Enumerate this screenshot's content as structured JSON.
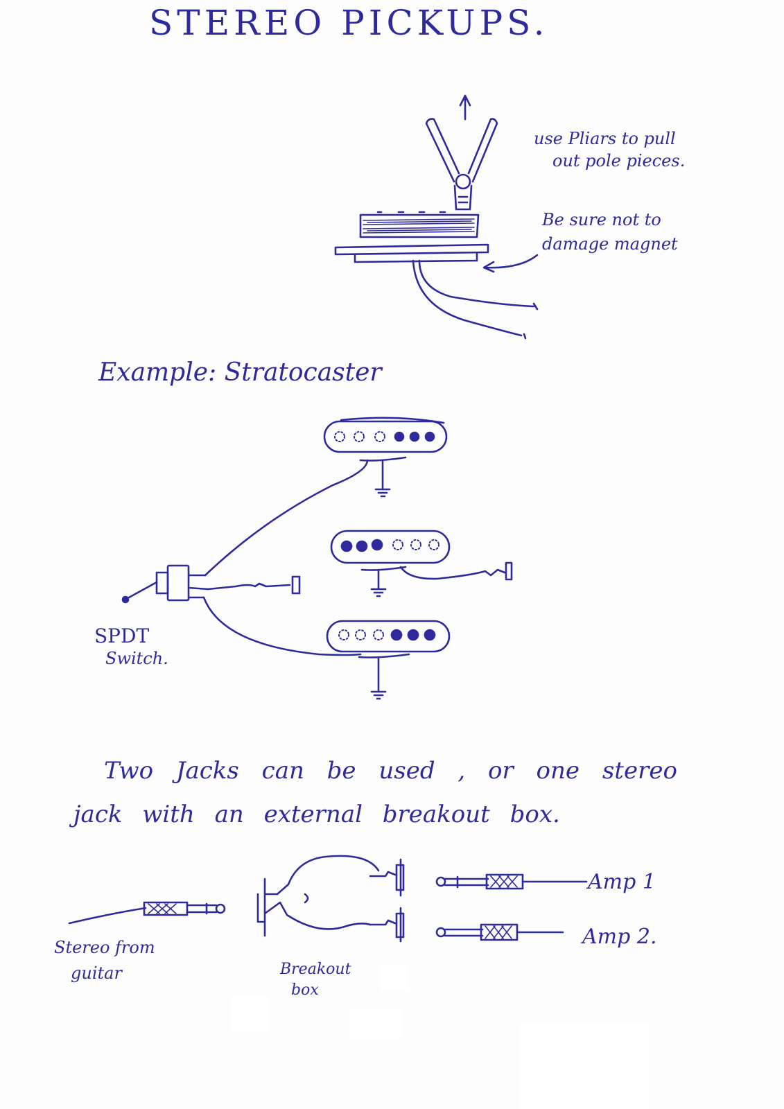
{
  "colors": {
    "ink": "#2e2a9c",
    "paper": "#fdfdfe"
  },
  "title": "STEREO PICKUPS.",
  "top_notes": {
    "pliars_line1": "use Pliars to pull",
    "pliars_line2": "out pole pieces.",
    "magnet_line1": "Be sure not to",
    "magnet_line2": "damage magnet"
  },
  "example_label": "Example: Stratocaster",
  "switch_label": {
    "line1": "SPDT",
    "line2": "Switch."
  },
  "jacks_sentence": {
    "line1": "Two Jacks can be used , or one stereo",
    "line2": "jack with an external breakout box."
  },
  "breakout": {
    "amp1": "Amp 1",
    "amp2": "Amp 2.",
    "stereo_line1": "Stereo from",
    "stereo_line2": "guitar",
    "box_line1": "Breakout",
    "box_line2": "box"
  }
}
